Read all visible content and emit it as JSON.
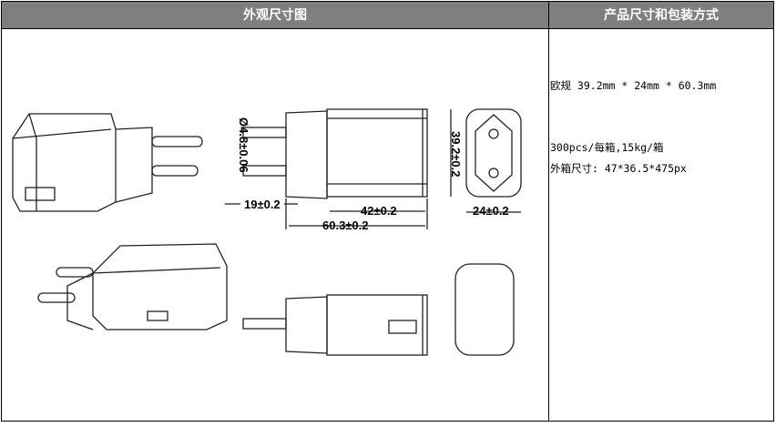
{
  "header": {
    "left_title": "外观尺寸图",
    "right_title": "产品尺寸和包装方式"
  },
  "specs": {
    "size_line": "欧规 39.2mm * 24mm * 60.3mm",
    "packing_line": "300pcs/每箱,15kg/箱",
    "carton_line": "外箱尺寸: 47*36.5*475px"
  },
  "drawing": {
    "pin_diameter": "Ø4.8±0.06",
    "pin_length": "19±0.2",
    "body_length": "42±0.2",
    "total_length": "60.3±0.2",
    "height": "39.2±0.2",
    "width": "24±0.2"
  }
}
